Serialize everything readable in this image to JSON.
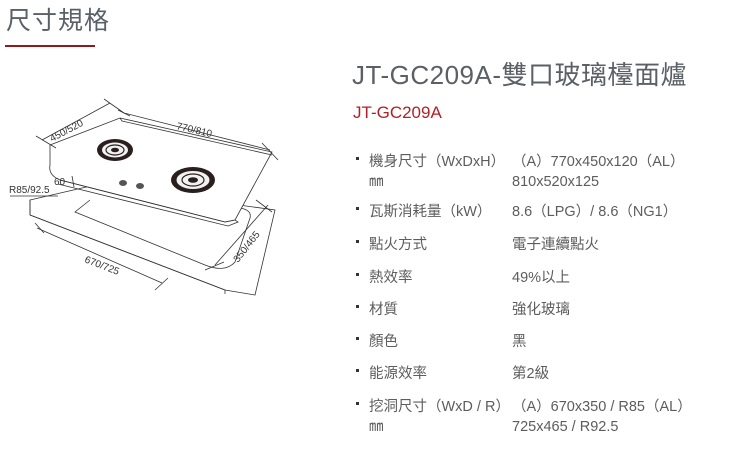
{
  "section": {
    "title": "尺寸規格",
    "accent_color": "#8e1a1e"
  },
  "diagram": {
    "labels": {
      "depth": "450/520",
      "width": "770/810",
      "height": "60",
      "radius": "R85/92.5",
      "cutout_width": "670/725",
      "cutout_depth": "350/465"
    }
  },
  "product": {
    "title": "JT-GC209A-雙口玻璃檯面爐",
    "model": "JT-GC209A",
    "model_color": "#b21f24"
  },
  "specs": [
    {
      "label": "機身尺寸（WxDxH）㎜",
      "value": "（A）770x450x120（AL）810x520x125"
    },
    {
      "label": "瓦斯消耗量（kW）",
      "value": "8.6（LPG）/ 8.6（NG1）"
    },
    {
      "label": "點火方式",
      "value": "電子連續點火"
    },
    {
      "label": "熱效率",
      "value": "49%以上"
    },
    {
      "label": "材質",
      "value": "強化玻璃"
    },
    {
      "label": "顏色",
      "value": "黑"
    },
    {
      "label": "能源效率",
      "value": "第2級"
    },
    {
      "label": "挖洞尺寸（WxD / R）㎜",
      "value": "（A）670x350 / R85（AL）725x465 / R92.5"
    }
  ]
}
